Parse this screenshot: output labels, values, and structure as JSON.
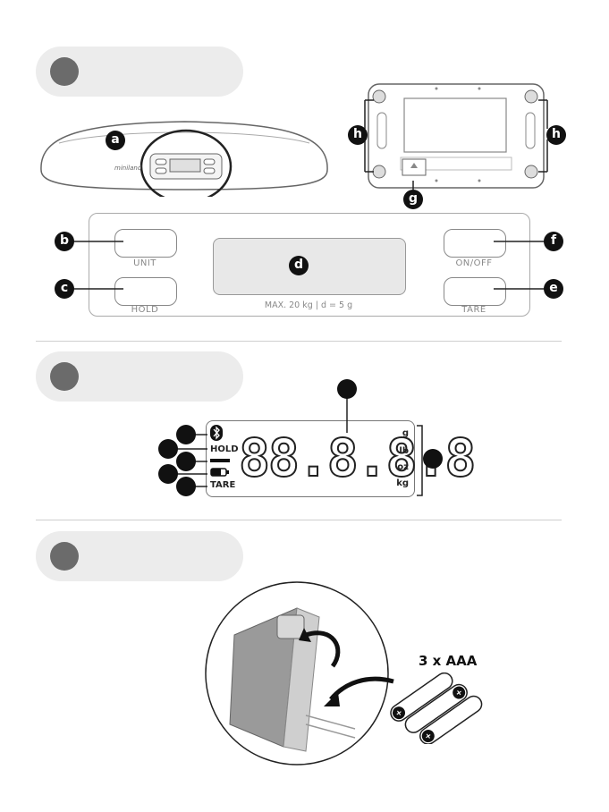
{
  "badges": {
    "a": "a",
    "b": "b",
    "c": "c",
    "d": "d",
    "e": "e",
    "f": "f",
    "g": "g",
    "h": "h"
  },
  "scale_front": {
    "brand": "miniland"
  },
  "panel": {
    "unit_label": "UNIT",
    "hold_label": "HOLD",
    "onoff_label": "ON/OFF",
    "tare_label": "TARE",
    "max_text": "MAX. 20 kg | d = 5 g"
  },
  "lcd": {
    "digits": "88.8.8.8",
    "hold_label": "HOLD",
    "tare_label": "TARE",
    "units": [
      "g",
      "lb",
      "oz",
      "kg"
    ]
  },
  "battery": {
    "count_text": "3 x AAA"
  }
}
